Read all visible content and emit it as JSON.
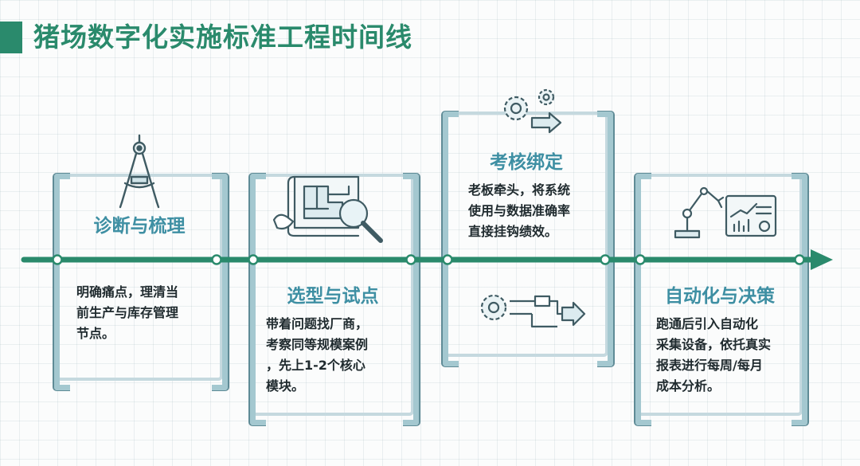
{
  "page": {
    "title": "猪场数字化实施标准工程时间线"
  },
  "colors": {
    "accent_green": "#2a8a6c",
    "accent_blue": "#3e8fa3",
    "frame": "#c5d9df",
    "node": "#ffffff"
  },
  "stages": [
    {
      "title": "诊断与梳理",
      "description": "明确痛点，理清当前生产与库存管理节点。",
      "icon": "compass-icon"
    },
    {
      "title": "选型与试点",
      "description": "带着问题找厂商，考察同等规模案例，先上1-2个核心模块。",
      "icon": "blueprint-magnifier-icon"
    },
    {
      "title": "考核绑定",
      "description": "老板牵头，将系统使用与数据准确率直接挂钩绩效。",
      "icon": "gears-arrow-icon"
    },
    {
      "title": "自动化与决策",
      "description": "跑通后引入自动化采集设备，依托真实报表进行每周/每月成本分析。",
      "icon": "robot-arm-dashboard-icon"
    }
  ],
  "lines": {
    "s1": [
      "明确痛点，理清当",
      "前生产与库存管理",
      "节点。"
    ],
    "s2": [
      "带着问题找厂商，",
      "考察同等规模案例",
      "，先上1-2个核心",
      "模块。"
    ],
    "s3": [
      "老板牵头，将系统",
      "使用与数据准确率",
      "直接挂钩绩效。"
    ],
    "s4": [
      "跑通后引入自动化",
      "采集设备，依托真实",
      "报表进行每周/每月",
      "成本分析。"
    ]
  }
}
